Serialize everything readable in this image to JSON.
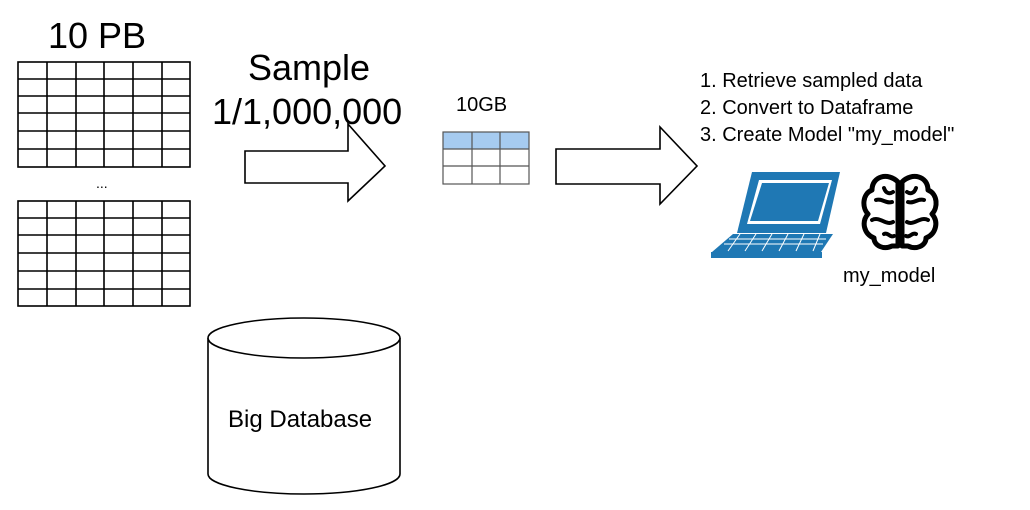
{
  "diagram": {
    "total_size": "10 PB",
    "sample_title": "Sample",
    "sample_ratio": "1/1,000,000",
    "sample_size": "10GB",
    "ellipsis": "...",
    "steps": [
      "1. Retrieve sampled data",
      "2. Convert to Dataframe",
      "3. Create Model \"my_model\""
    ],
    "model_name": "my_model",
    "database_label": "Big Database",
    "icons": [
      "table-icon",
      "arrow-icon",
      "laptop-icon",
      "brain-icon",
      "database-cylinder-icon"
    ],
    "colors": {
      "header_blue": "#a6cbf0",
      "laptop_blue": "#1f78b4",
      "line": "#000000"
    }
  }
}
